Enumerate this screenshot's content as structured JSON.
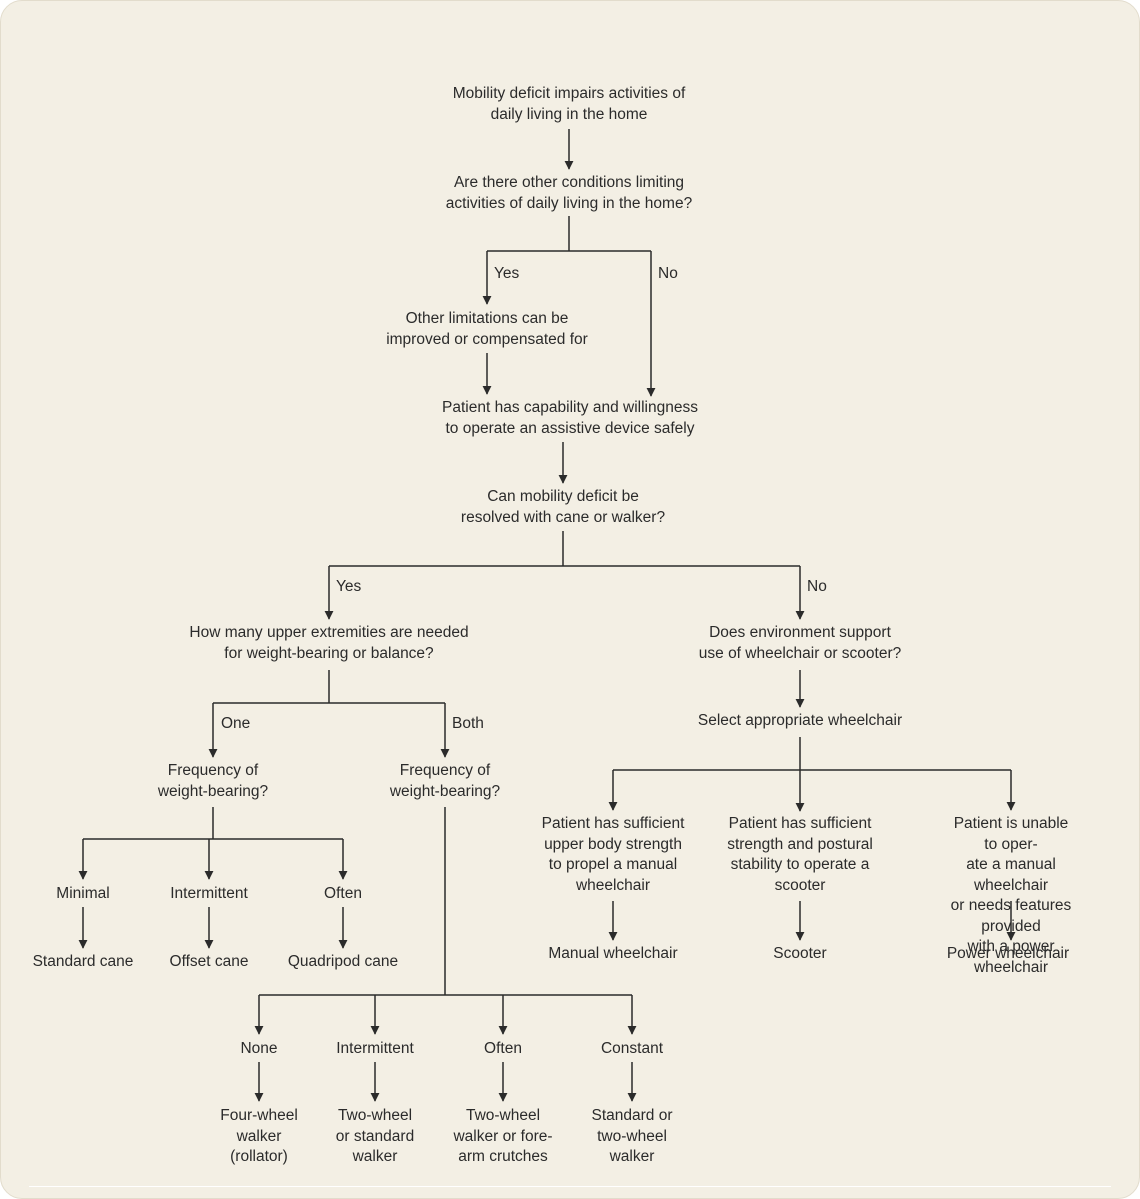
{
  "colors": {
    "background": "#f3efe4",
    "line": "#2b2b2b",
    "text": "#2b2b2b"
  },
  "nodes": {
    "start": "Mobility deficit impairs activities of\ndaily living in the home",
    "other_conditions": "Are there other conditions limiting\nactivities of daily living in the home?",
    "compensate": "Other limitations can be\nimproved or compensated for",
    "capability": "Patient has capability and willingness\nto operate an assistive device safely",
    "cane_walker_q": "Can mobility deficit be\nresolved with cane or walker?",
    "upper_extremities_q": "How many upper extremities are needed\nfor weight-bearing or balance?",
    "environment_q": "Does environment support\nuse of wheelchair or scooter?",
    "select_wheelchair": "Select appropriate wheelchair",
    "freq_one": "Frequency of\nweight-bearing?",
    "freq_both": "Frequency of\nweight-bearing?",
    "manual_cond": "Patient has sufficient\nupper body strength\nto propel a manual\nwheelchair",
    "scooter_cond": "Patient has sufficient\nstrength and postural\nstability to operate a\nscooter",
    "power_cond": "Patient is unable to oper-\nate a manual wheelchair\nor needs features provided\nwith a power wheelchair",
    "manual_result": "Manual wheelchair",
    "scooter_result": "Scooter",
    "power_result": "Power wheelchair",
    "one_minimal": "Minimal",
    "one_intermittent": "Intermittent",
    "one_often": "Often",
    "standard_cane": "Standard cane",
    "offset_cane": "Offset cane",
    "quadripod_cane": "Quadripod cane",
    "both_none": "None",
    "both_intermittent": "Intermittent",
    "both_often": "Often",
    "both_constant": "Constant",
    "four_wheel_walker": "Four-wheel\nwalker\n(rollator)",
    "two_wheel_or_standard": "Two-wheel\nor standard\nwalker",
    "two_wheel_or_crutches": "Two-wheel\nwalker or fore-\narm crutches",
    "standard_or_two_wheel": "Standard or\ntwo-wheel\nwalker"
  },
  "edge_labels": {
    "yes_1": "Yes",
    "no_1": "No",
    "yes_2": "Yes",
    "no_2": "No",
    "one": "One",
    "both": "Both"
  }
}
